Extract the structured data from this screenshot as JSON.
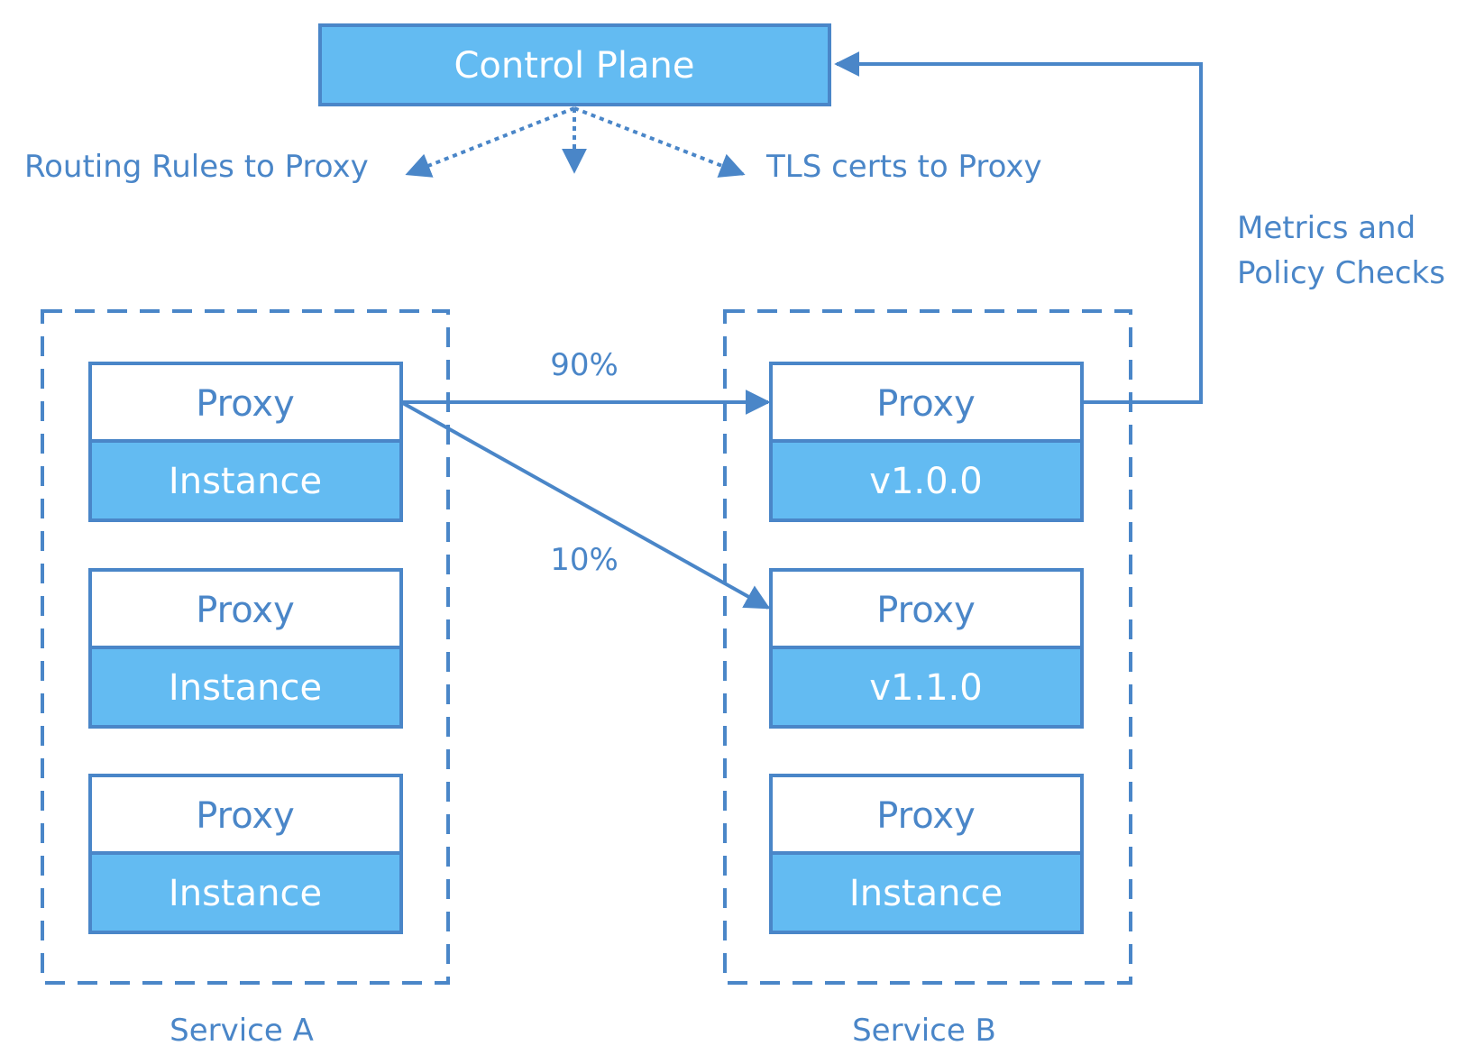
{
  "colors": {
    "stroke": "#4a86c8",
    "fill": "#63bbf2",
    "white": "#ffffff"
  },
  "control_plane": {
    "label": "Control Plane"
  },
  "annotations": {
    "routing_rules": "Routing Rules to Proxy",
    "tls_certs": "TLS certs to Proxy",
    "metrics_line1": "Metrics and",
    "metrics_line2": "Policy Checks",
    "traffic_90": "90%",
    "traffic_10": "10%"
  },
  "service_a": {
    "label": "Service A",
    "pods": [
      {
        "proxy": "Proxy",
        "workload": "Instance"
      },
      {
        "proxy": "Proxy",
        "workload": "Instance"
      },
      {
        "proxy": "Proxy",
        "workload": "Instance"
      }
    ]
  },
  "service_b": {
    "label": "Service B",
    "pods": [
      {
        "proxy": "Proxy",
        "workload": "v1.0.0"
      },
      {
        "proxy": "Proxy",
        "workload": "v1.1.0"
      },
      {
        "proxy": "Proxy",
        "workload": "Instance"
      }
    ]
  }
}
